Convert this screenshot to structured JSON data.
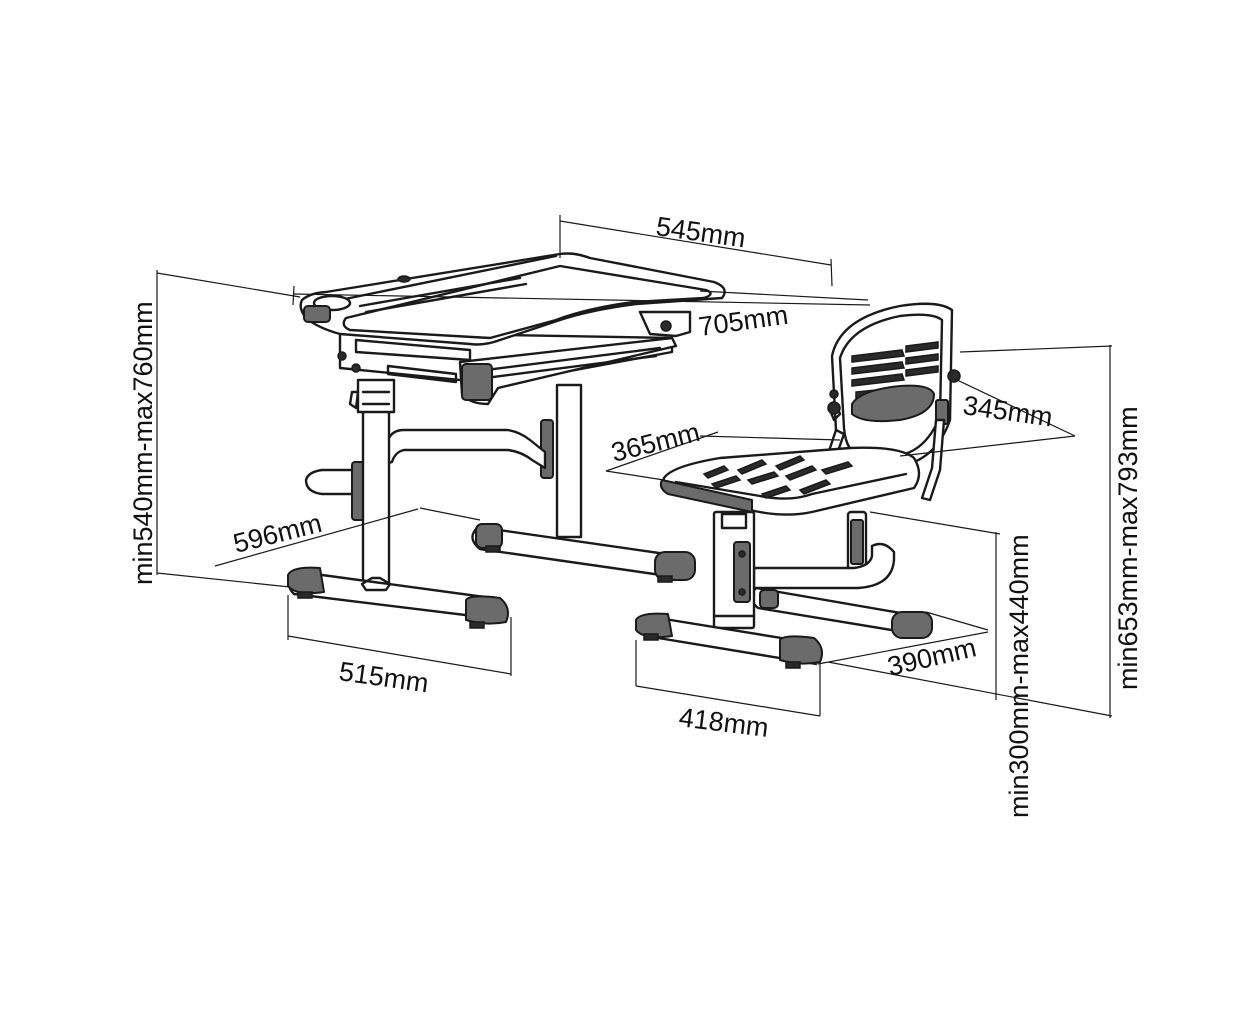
{
  "dimensions": {
    "desk_depth": "545mm",
    "desk_width": "705mm",
    "desk_height": "min540mm-max760mm",
    "desk_base_depth": "596mm",
    "desk_base_width": "515mm",
    "seat_depth": "365mm",
    "backrest_width": "345mm",
    "chair_total_height": "min653mm-max793mm",
    "seat_height": "min300mm-max440mm",
    "chair_base_depth": "390mm",
    "chair_base_width": "418mm"
  },
  "colors": {
    "line": "#1a1a1a",
    "fill_gray": "#6b6b6b",
    "fill_dark": "#2a2a2a",
    "background": "#ffffff"
  }
}
